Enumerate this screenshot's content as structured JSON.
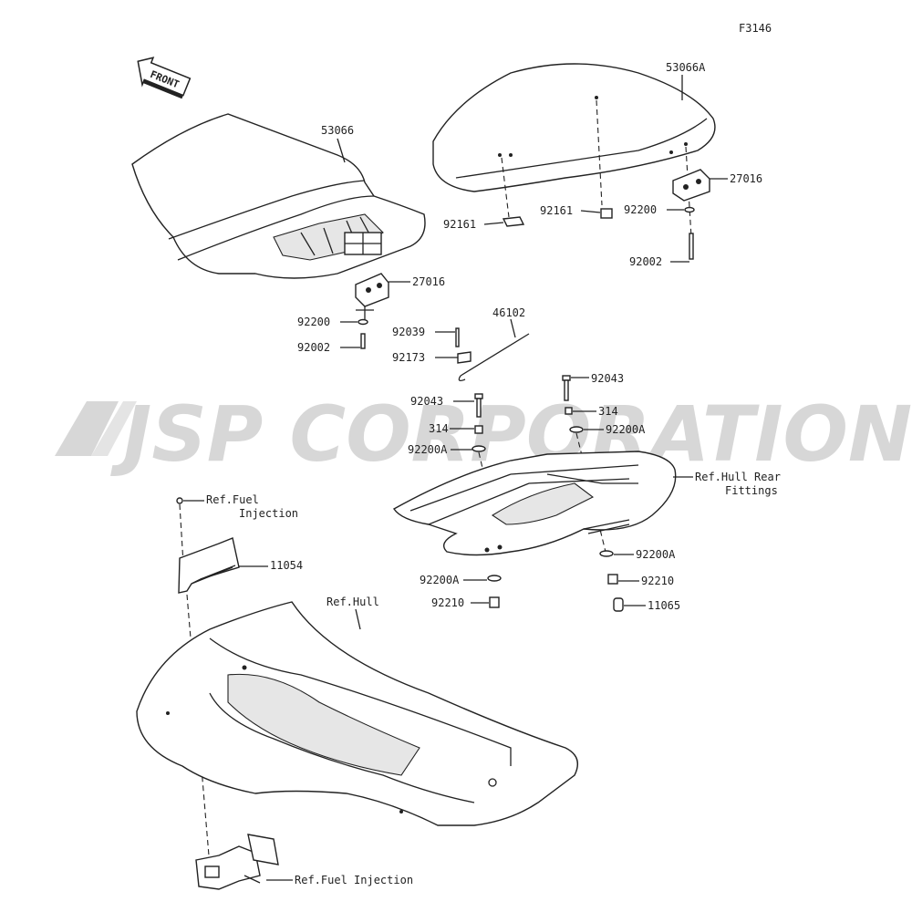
{
  "diagram": {
    "code": "F3146",
    "front_label": "FRONT",
    "watermark": "JSP CORPORATION"
  },
  "labels": {
    "seat_front": "53066",
    "seat_rear": "53066A",
    "hinge_front": "27016",
    "hinge_rear": "27016",
    "washer_front": "92200",
    "bolt_front": "92002",
    "washer_rear": "92200",
    "bolt_rear": "92002",
    "clip_left": "92161",
    "clip_right": "92161",
    "rod": "46102",
    "pin": "92039",
    "clamp": "92173",
    "bolt_left": "92043",
    "bolt_right": "92043",
    "collar_left": "314",
    "collar_right": "314",
    "washer_left_top": "92200A",
    "washer_right_top": "92200A",
    "ref_hull_rear_1": "Ref.Hull Rear",
    "ref_hull_rear_2": "Fittings",
    "washer_right_bottom": "92200A",
    "washer_left_bottom": "92200A",
    "nut_right": "92210",
    "nut_left": "92210",
    "cap": "11065",
    "ref_fuel_1": "Ref.Fuel",
    "ref_fuel_2": "Injection",
    "bracket": "11054",
    "ref_hull": "Ref.Hull",
    "ref_fuel_bottom": "Ref.Fuel Injection"
  }
}
